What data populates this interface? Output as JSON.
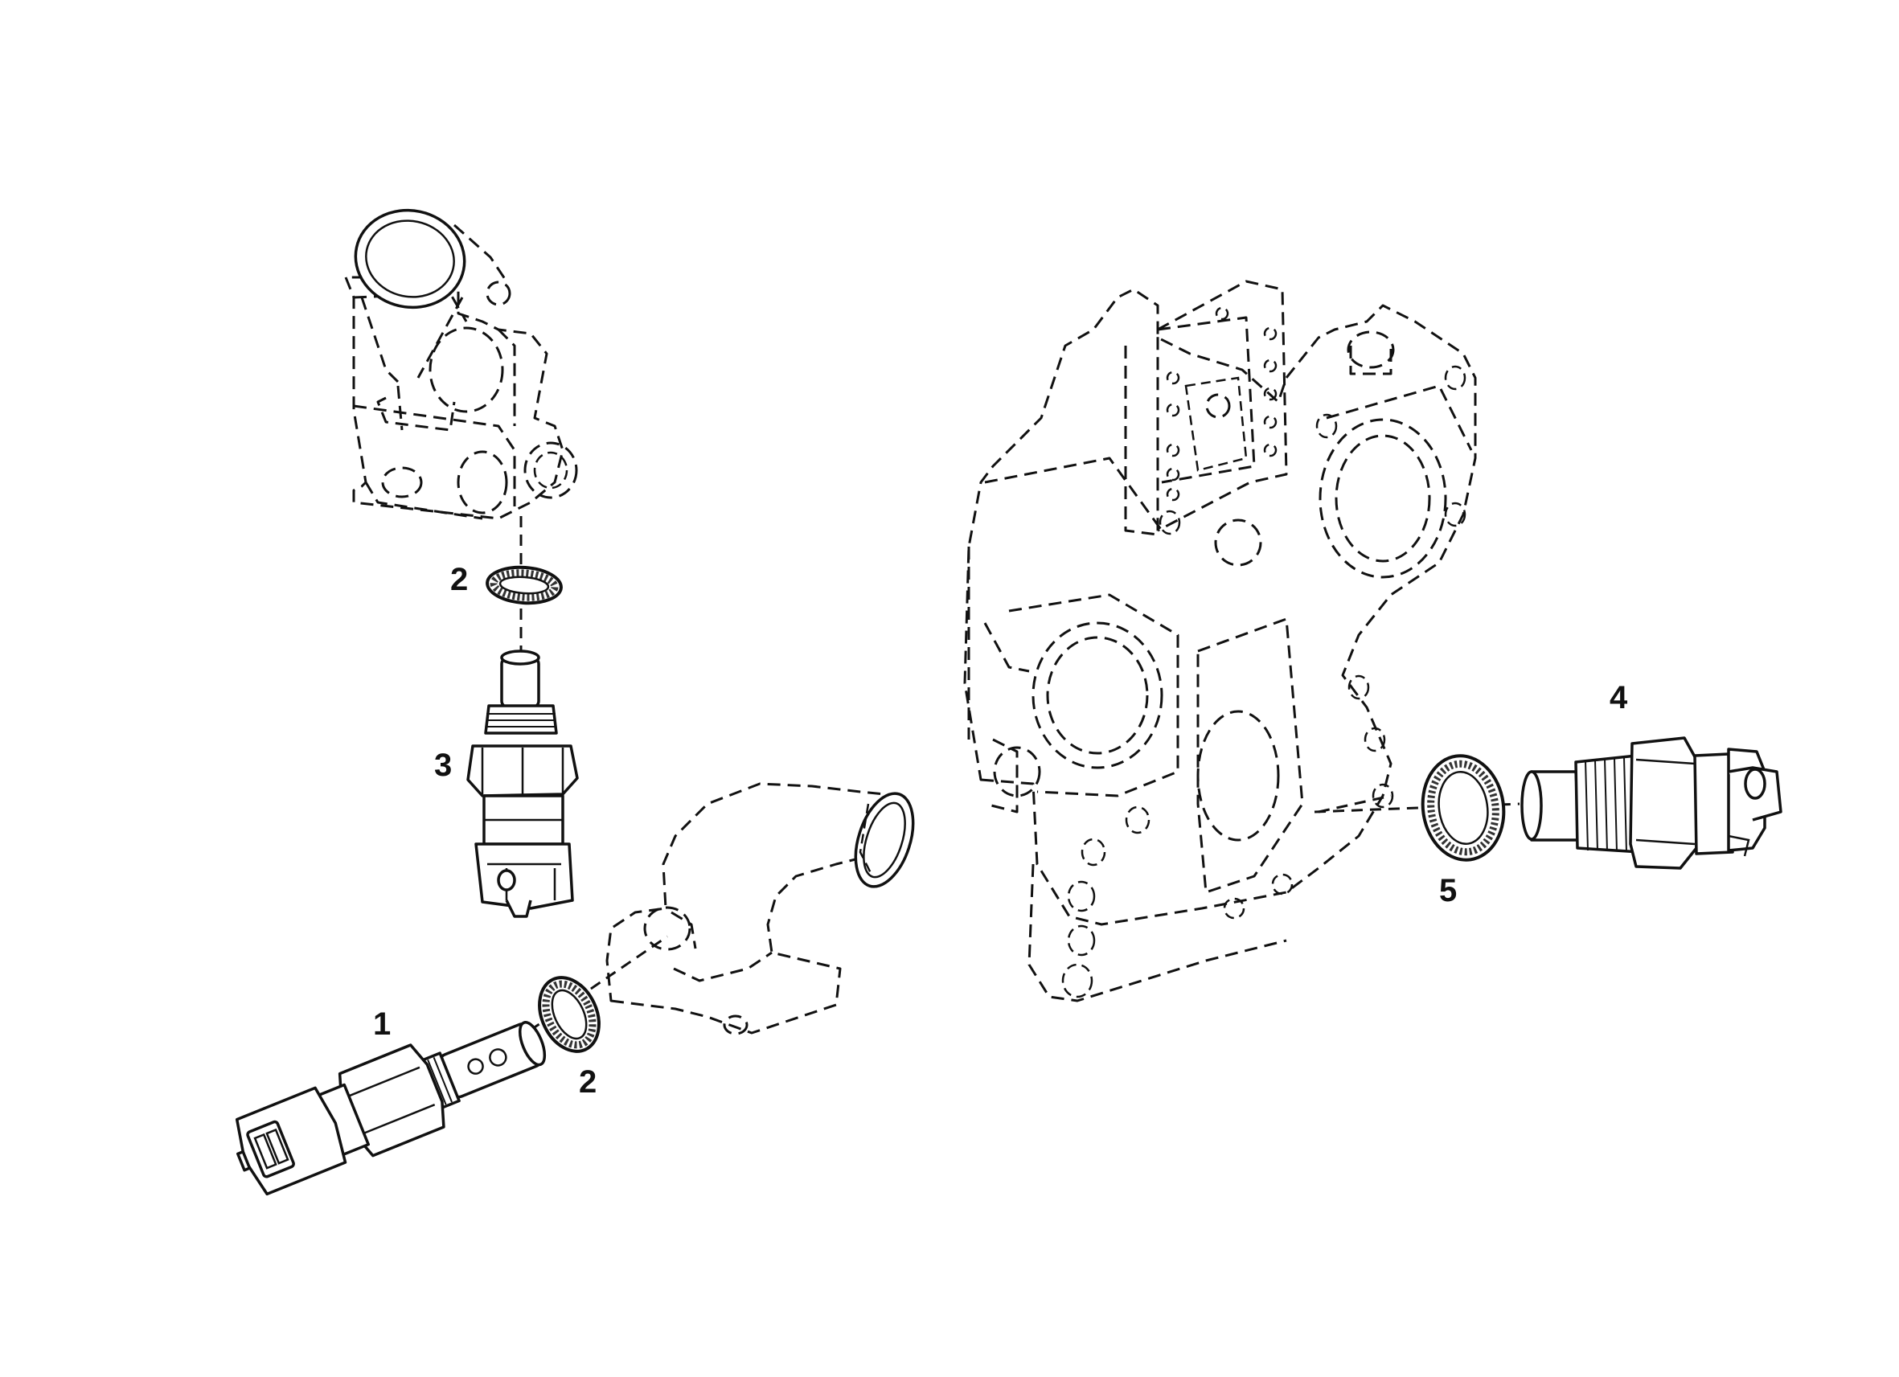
{
  "callouts": {
    "c1": "1",
    "c2a": "2",
    "c2b": "2",
    "c3": "3",
    "c4": "4",
    "c5": "5"
  }
}
